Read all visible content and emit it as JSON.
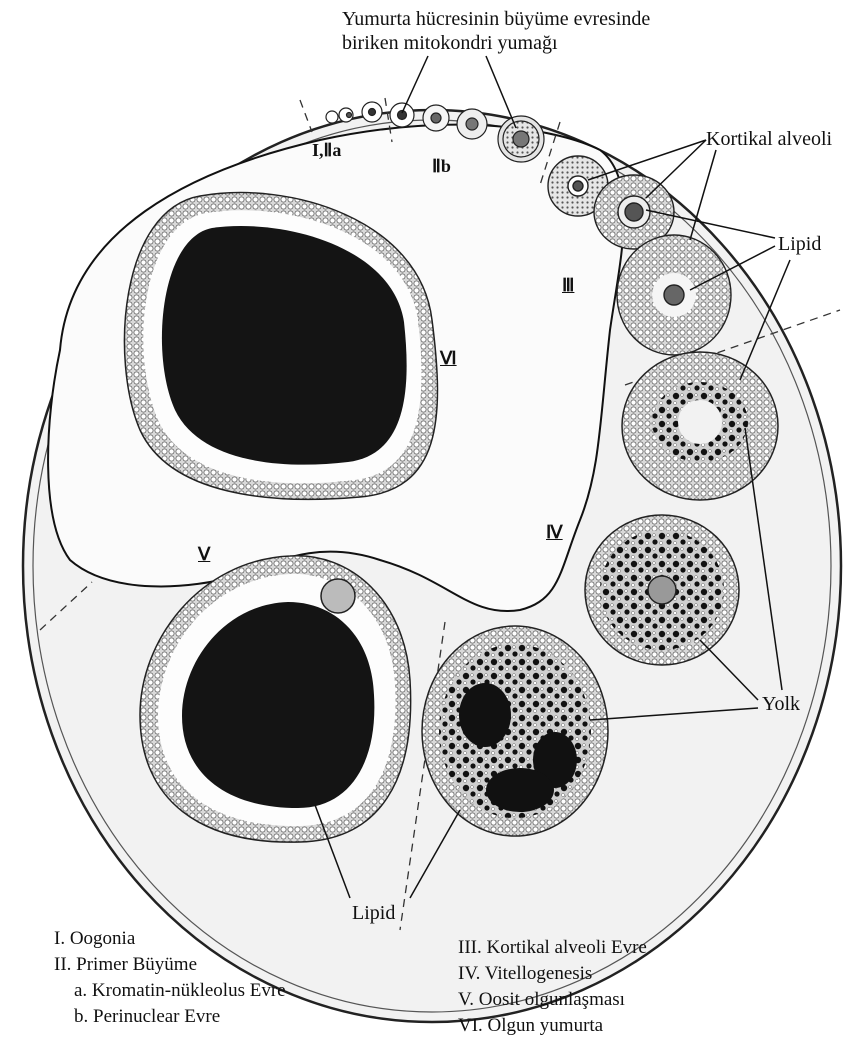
{
  "labels": {
    "top_line1": "Yumurta hücresinin büyüme evresinde",
    "top_line2": "biriken mitokondri yumağı",
    "kortikal": "Kortikal alveoli",
    "lipid_right": "Lipid",
    "yolk": "Yolk",
    "lipid_bottom": "Lipid"
  },
  "stages": {
    "s1_2a": "I,Ⅱa",
    "s2b": "Ⅱb",
    "s3": "Ⅲ",
    "s4": "Ⅳ",
    "s5": "Ⅴ",
    "s6": "Ⅵ"
  },
  "legend": {
    "left": [
      "I. Oogonia",
      "II. Primer Büyüme",
      "a. Kromatin-nükleolus Evre",
      "b. Perinuclear Evre"
    ],
    "right": [
      "III. Kortikal alveoli Evre",
      "IV. Vitellogenesis",
      "V. Oosit olgunlaşması",
      "VI. Olgun yumurta"
    ]
  },
  "colors": {
    "ink": "#111111",
    "yolk_dark": "#1a1a1a",
    "cytoplasm": "#bdbdbd",
    "lipid": "#ffffff"
  }
}
